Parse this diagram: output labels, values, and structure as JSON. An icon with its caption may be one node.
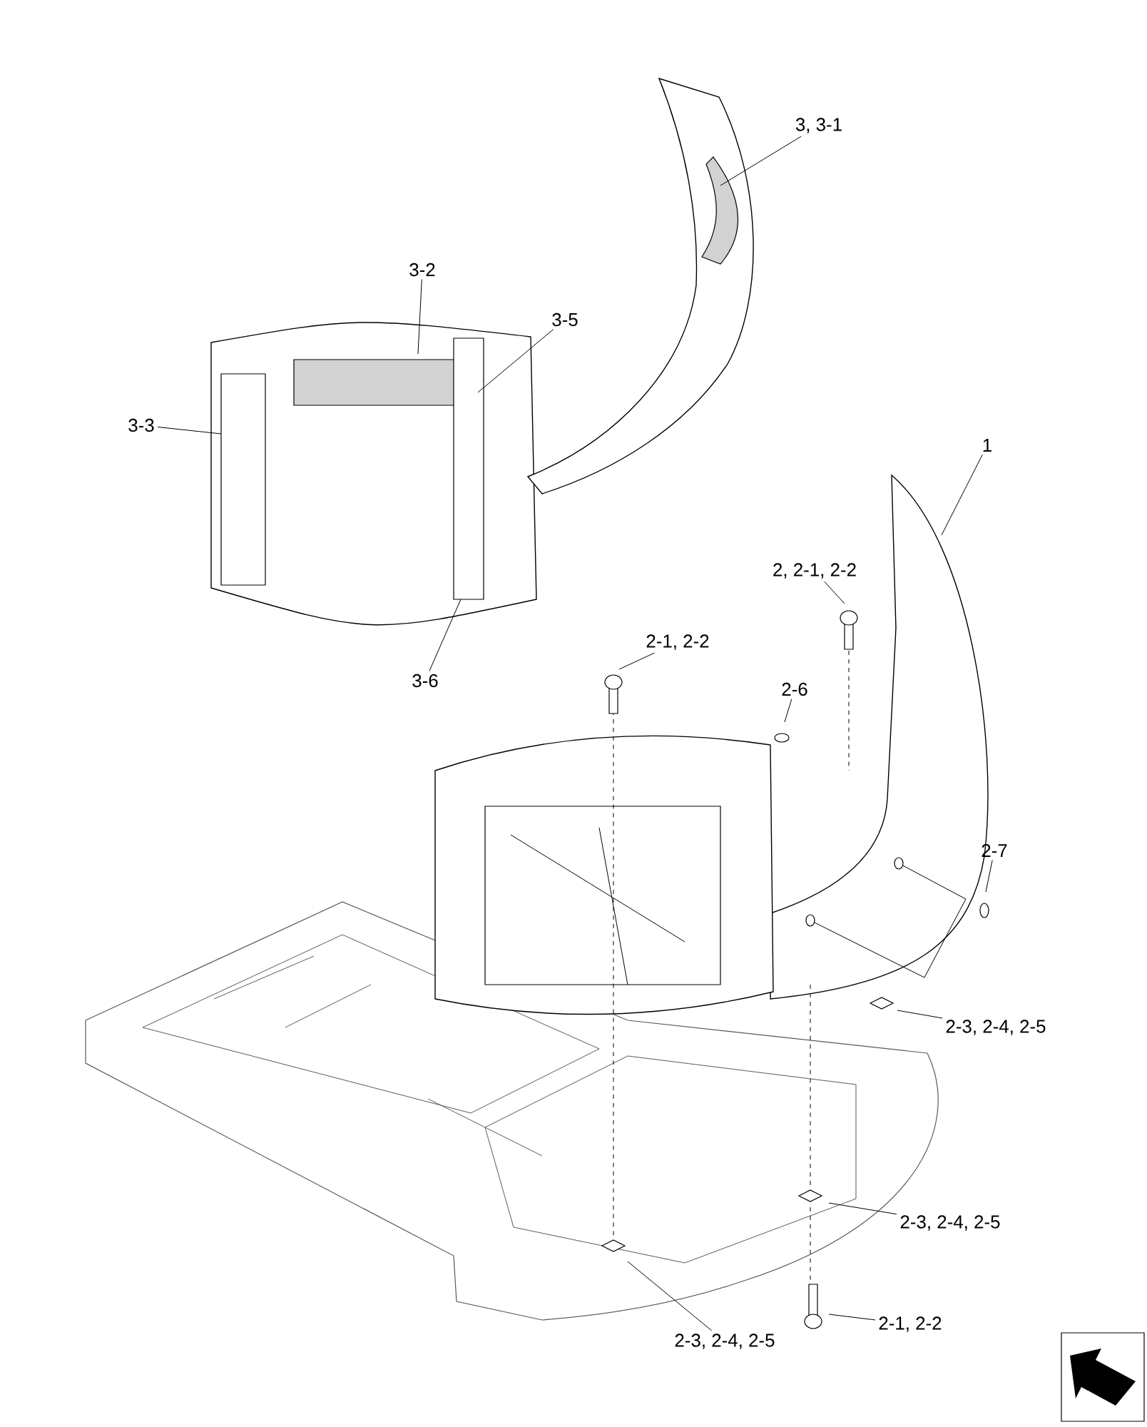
{
  "diagram": {
    "nodes": [
      {
        "text": [
          "3, 3-1"
        ]
      },
      {
        "text": [
          "3-2"
        ]
      },
      {
        "text": [
          "3-5"
        ]
      },
      {
        "text": [
          "3-3"
        ]
      },
      {
        "text": [
          "3-6"
        ]
      },
      {
        "text": [
          "1"
        ]
      },
      {
        "text": [
          "2, 2-1, 2-2"
        ]
      },
      {
        "text": [
          "2-1, 2-2"
        ]
      },
      {
        "text": [
          "2-6"
        ]
      },
      {
        "text": [
          "2-7"
        ]
      },
      {
        "text": [
          "2-3, 2-4, 2-5"
        ]
      },
      {
        "text": [
          "2-3, 2-4, 2-5"
        ]
      },
      {
        "text": [
          "2-3, 2-4, 2-5"
        ]
      },
      {
        "text": [
          "2-1, 2-2"
        ]
      }
    ],
    "edges": [
      {
        "from": 0,
        "to": null,
        "arrow": "none"
      },
      {
        "from": 1,
        "to": null,
        "arrow": "none"
      },
      {
        "from": 2,
        "to": null,
        "arrow": "none"
      },
      {
        "from": 3,
        "to": null,
        "arrow": "none"
      },
      {
        "from": 4,
        "to": null,
        "arrow": "none"
      },
      {
        "from": 5,
        "to": null,
        "arrow": "none"
      },
      {
        "from": 6,
        "to": null,
        "arrow": "none"
      },
      {
        "from": 7,
        "to": null,
        "arrow": "none"
      },
      {
        "from": 8,
        "to": null,
        "arrow": "none"
      },
      {
        "from": 9,
        "to": null,
        "arrow": "none"
      },
      {
        "from": 10,
        "to": null,
        "arrow": "none"
      },
      {
        "from": 11,
        "to": null,
        "arrow": "none"
      },
      {
        "from": 12,
        "to": null,
        "arrow": "none"
      },
      {
        "from": 13,
        "to": null,
        "arrow": "none"
      }
    ]
  }
}
